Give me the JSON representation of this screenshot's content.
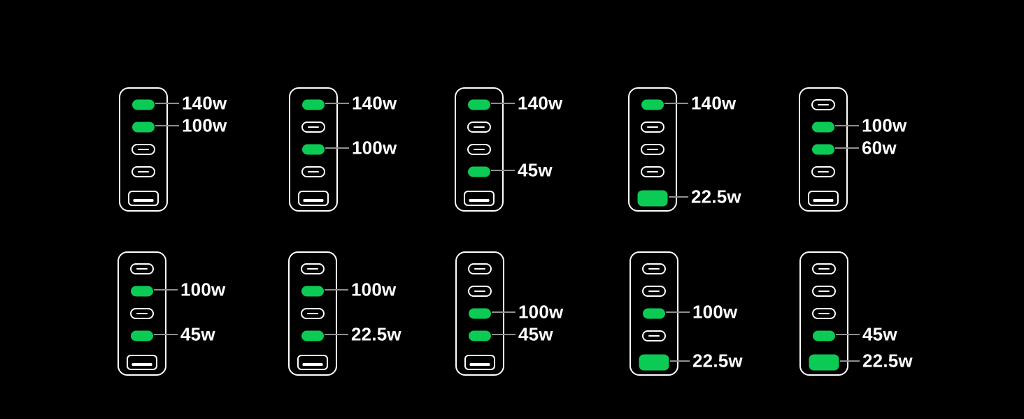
{
  "colors": {
    "background": "#000000",
    "port_active_green": "#0BCB55",
    "port_outline": "#FFFFFF",
    "connector_line": "#8F8F8F",
    "label_text": "#FFFFFF"
  },
  "chargers": [
    {
      "name": "charger-1",
      "ports": [
        {
          "type": "usb-c",
          "active": true,
          "label": "140w"
        },
        {
          "type": "usb-c",
          "active": true,
          "label": "100w"
        },
        {
          "type": "usb-c",
          "active": false
        },
        {
          "type": "usb-c",
          "active": false
        },
        {
          "type": "usb-a",
          "active": false
        }
      ]
    },
    {
      "name": "charger-2",
      "ports": [
        {
          "type": "usb-c",
          "active": true,
          "label": "140w"
        },
        {
          "type": "usb-c",
          "active": false
        },
        {
          "type": "usb-c",
          "active": true,
          "label": "100w"
        },
        {
          "type": "usb-c",
          "active": false
        },
        {
          "type": "usb-a",
          "active": false
        }
      ]
    },
    {
      "name": "charger-3",
      "ports": [
        {
          "type": "usb-c",
          "active": true,
          "label": "140w"
        },
        {
          "type": "usb-c",
          "active": false
        },
        {
          "type": "usb-c",
          "active": false
        },
        {
          "type": "usb-c",
          "active": true,
          "label": "45w"
        },
        {
          "type": "usb-a",
          "active": false
        }
      ]
    },
    {
      "name": "charger-4",
      "ports": [
        {
          "type": "usb-c",
          "active": true,
          "label": "140w"
        },
        {
          "type": "usb-c",
          "active": false
        },
        {
          "type": "usb-c",
          "active": false
        },
        {
          "type": "usb-c",
          "active": false
        },
        {
          "type": "usb-a",
          "active": true,
          "label": "22.5w"
        }
      ]
    },
    {
      "name": "charger-5",
      "ports": [
        {
          "type": "usb-c",
          "active": false
        },
        {
          "type": "usb-c",
          "active": true,
          "label": "100w"
        },
        {
          "type": "usb-c",
          "active": true,
          "label": "60w"
        },
        {
          "type": "usb-c",
          "active": false
        },
        {
          "type": "usb-a",
          "active": false
        }
      ]
    },
    {
      "name": "charger-6",
      "ports": [
        {
          "type": "usb-c",
          "active": false
        },
        {
          "type": "usb-c",
          "active": true,
          "label": "100w"
        },
        {
          "type": "usb-c",
          "active": false
        },
        {
          "type": "usb-c",
          "active": true,
          "label": "45w"
        },
        {
          "type": "usb-a",
          "active": false
        }
      ]
    },
    {
      "name": "charger-7",
      "ports": [
        {
          "type": "usb-c",
          "active": false
        },
        {
          "type": "usb-c",
          "active": true,
          "label": "100w"
        },
        {
          "type": "usb-c",
          "active": false
        },
        {
          "type": "usb-c",
          "active": true,
          "label": "22.5w"
        },
        {
          "type": "usb-a",
          "active": false
        }
      ]
    },
    {
      "name": "charger-8",
      "ports": [
        {
          "type": "usb-c",
          "active": false
        },
        {
          "type": "usb-c",
          "active": false
        },
        {
          "type": "usb-c",
          "active": true,
          "label": "100w"
        },
        {
          "type": "usb-c",
          "active": true,
          "label": "45w"
        },
        {
          "type": "usb-a",
          "active": false
        }
      ]
    },
    {
      "name": "charger-9",
      "ports": [
        {
          "type": "usb-c",
          "active": false
        },
        {
          "type": "usb-c",
          "active": false
        },
        {
          "type": "usb-c",
          "active": true,
          "label": "100w"
        },
        {
          "type": "usb-c",
          "active": false
        },
        {
          "type": "usb-a",
          "active": true,
          "label": "22.5w"
        }
      ]
    },
    {
      "name": "charger-10",
      "ports": [
        {
          "type": "usb-c",
          "active": false
        },
        {
          "type": "usb-c",
          "active": false
        },
        {
          "type": "usb-c",
          "active": false
        },
        {
          "type": "usb-c",
          "active": true,
          "label": "45w"
        },
        {
          "type": "usb-a",
          "active": true,
          "label": "22.5w"
        }
      ]
    }
  ]
}
